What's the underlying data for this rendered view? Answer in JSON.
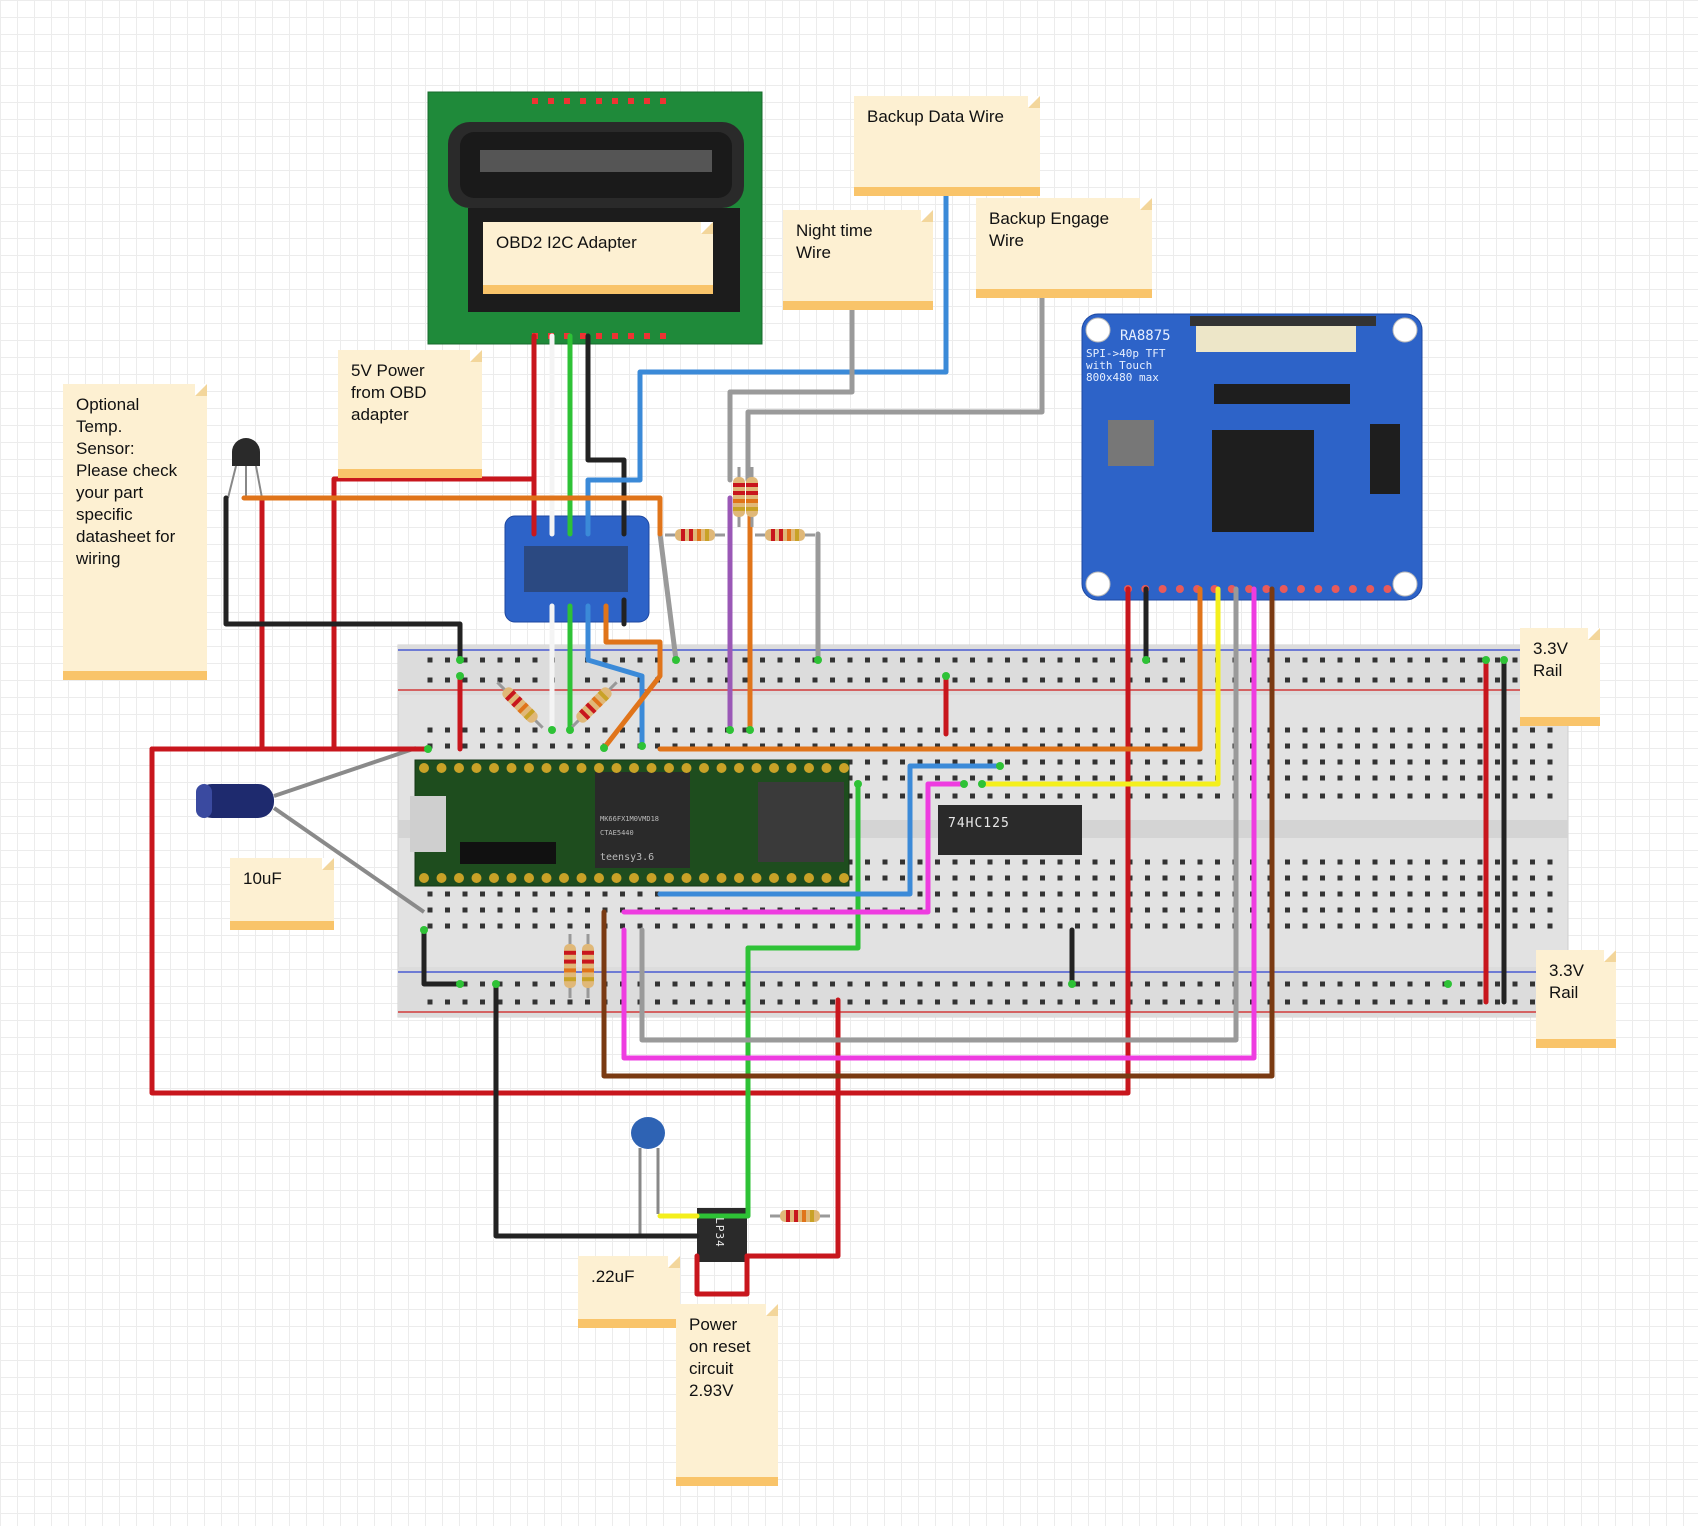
{
  "notes": {
    "obd_adapter": "OBD2 I2C Adapter",
    "backup_data": "Backup Data Wire",
    "night_time": "Night time\nWire",
    "backup_engage": "Backup Engage\nWire",
    "power_5v": "5V Power\nfrom OBD\nadapter",
    "temp_sensor": "Optional\nTemp.\nSensor:\nPlease check\nyour part\nspecific\ndatasheet for\nwiring",
    "rail_top": "3.3V\nRail",
    "rail_bottom": "3.3V\nRail",
    "cap_10uf": "10uF",
    "cap_022uf": ".22uF",
    "reset_circuit": "Power\non reset\ncircuit\n2.93V"
  },
  "components": {
    "display_title": "RA8875",
    "display_sub": "SPI->40p TFT\nwith Touch\n800x480 max",
    "buffer_chip": "74HC125",
    "mcu_chip": "MK66FX1M0VMD18\nCTAE5440",
    "teensy_label": "teensy3.6",
    "reset_chip": "LP34"
  },
  "colors": {
    "red": "#c8161d",
    "black": "#222222",
    "green": "#2ec236",
    "white": "#f4f4f4",
    "blue": "#3b8ad8",
    "orange": "#e0741a",
    "gray": "#9a9a9a",
    "purple": "#9a58b6",
    "yellow": "#f4ef1c",
    "magenta": "#ee3ce0",
    "brown": "#7a3a12"
  }
}
